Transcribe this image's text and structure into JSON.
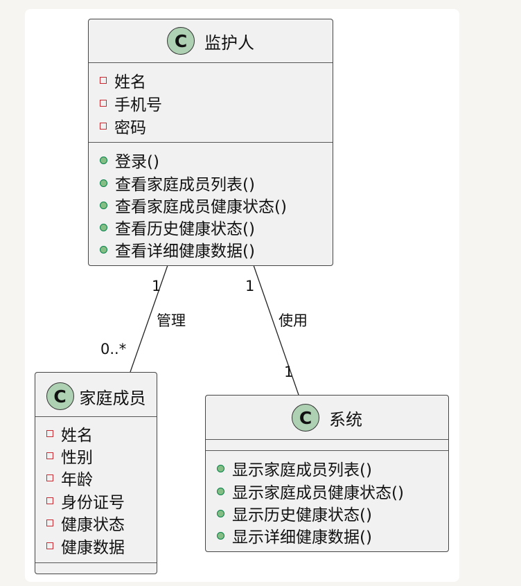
{
  "classes": {
    "guardian": {
      "stereotype": "C",
      "name": "监护人",
      "attributes": [
        "姓名",
        "手机号",
        "密码"
      ],
      "methods": [
        "登录()",
        "查看家庭成员列表()",
        "查看家庭成员健康状态()",
        "查看历史健康状态()",
        "查看详细健康数据()"
      ]
    },
    "family_member": {
      "stereotype": "C",
      "name": "家庭成员",
      "attributes": [
        "姓名",
        "性别",
        "年龄",
        "身份证号",
        "健康状态",
        "健康数据"
      ],
      "methods": []
    },
    "system": {
      "stereotype": "C",
      "name": "系统",
      "attributes": [],
      "methods": [
        "显示家庭成员列表()",
        "显示家庭成员健康状态()",
        "显示历史健康状态()",
        "显示详细健康数据()"
      ]
    }
  },
  "relations": {
    "manage": {
      "label": "管理",
      "from_mult": "1",
      "to_mult": "0..*"
    },
    "use": {
      "label": "使用",
      "from_mult": "1",
      "to_mult": "1"
    }
  },
  "colors": {
    "class_fill": "#f1f1f1",
    "badge_fill": "#add1b2",
    "private_marker": "#c82930",
    "public_marker": "#84be84"
  }
}
